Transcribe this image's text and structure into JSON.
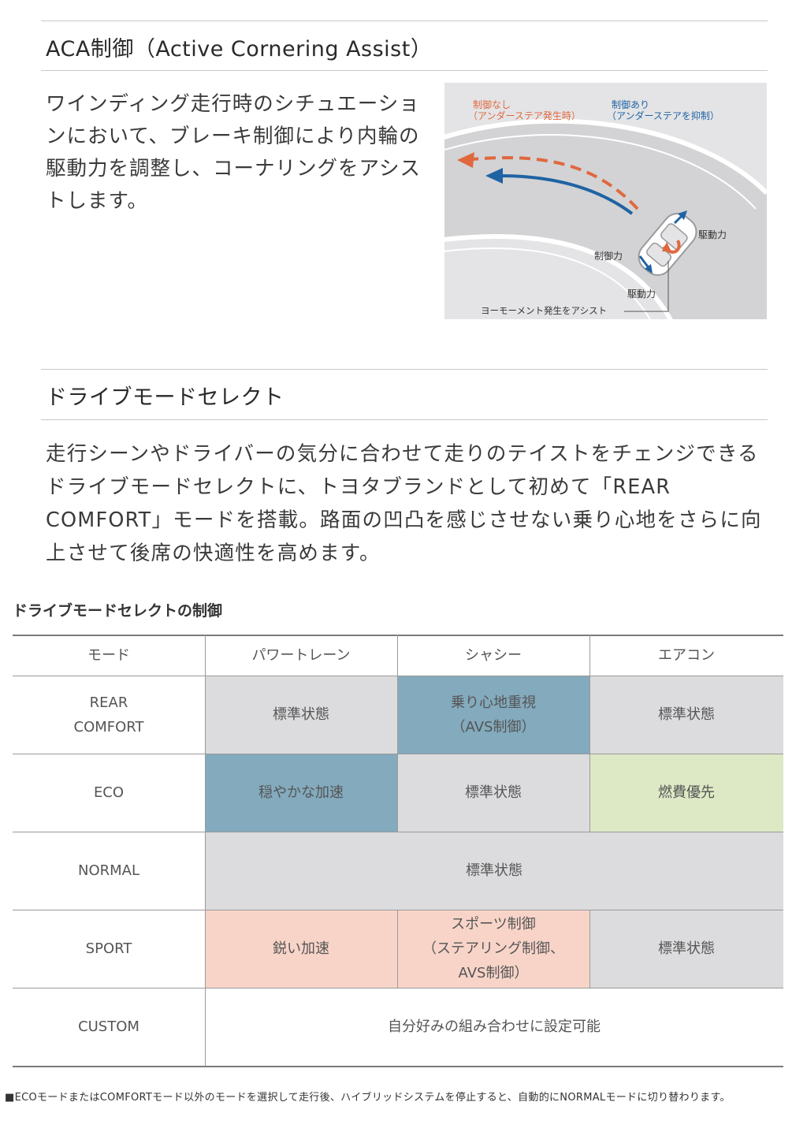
{
  "aca": {
    "title": "ACA制御（Active Cornering Assist）",
    "body": "ワインディング走行時のシチュエーションにおいて、ブレーキ制御により内輪の駆動力を調整し、コーナリングをアシストします。",
    "diagram": {
      "label_without": "制御なし",
      "label_without_sub": "（アンダーステア発生時）",
      "label_with": "制御あり",
      "label_with_sub": "（アンダーステアを抑制）",
      "label_drive_upper": "駆動力",
      "label_brake": "制御力",
      "label_drive_lower": "駆動力",
      "label_yaw": "ヨーモーメント発生をアシスト",
      "colors": {
        "without": "#e0683f",
        "with": "#1f63a3",
        "road": "#d3d3d5",
        "background": "#e4e4e6"
      }
    }
  },
  "drive": {
    "title": "ドライブモードセレクト",
    "body": "走行シーンやドライバーの気分に合わせて走りのテイストをチェンジできるドライブモードセレクトに、トヨタブランドとして初めて「REAR COMFORT」モードを搭載。路面の凹凸を感じさせない乗り心地をさらに向上させて後席の快適性を高めます。"
  },
  "table": {
    "title": "ドライブモードセレクトの制御",
    "headers": [
      "モード",
      "パワートレーン",
      "シャシー",
      "エアコン"
    ],
    "rows": [
      {
        "mode": "REAR\nCOMFORT",
        "powertrain": "標準状態",
        "chassis": "乗り心地重視\n（AVS制御）",
        "aircon": "標準状態"
      },
      {
        "mode": "ECO",
        "powertrain": "穏やかな加速",
        "chassis": "標準状態",
        "aircon": "燃費優先"
      },
      {
        "mode": "NORMAL",
        "all": "標準状態"
      },
      {
        "mode": "SPORT",
        "powertrain": "鋭い加速",
        "chassis": "スポーツ制御\n（ステアリング制御、\nAVS制御）",
        "aircon": "標準状態"
      },
      {
        "mode": "CUSTOM",
        "all": "自分好みの組み合わせに設定可能"
      }
    ],
    "colors": {
      "standard": "#dcdcde",
      "blue": "#83aabd",
      "green": "#dde9c5",
      "pink": "#f8d4c8"
    }
  },
  "footnote": "■ECOモードまたはCOMFORTモード以外のモードを選択して走行後、ハイブリッドシステムを停止すると、自動的にNORMALモードに切り替わります。"
}
